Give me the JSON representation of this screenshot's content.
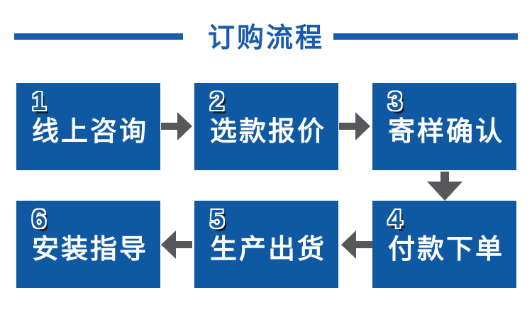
{
  "title": "订购流程",
  "colors": {
    "box_blue": "#0f59a2",
    "title_blue": "#1a5cac",
    "arrow_gray": "#58585a",
    "number_shadow": "#1c1c24",
    "text_white": "#ffffff"
  },
  "steps": [
    {
      "num": "1",
      "label": "线上咨询"
    },
    {
      "num": "2",
      "label": "选款报价"
    },
    {
      "num": "3",
      "label": "寄样确认"
    },
    {
      "num": "4",
      "label": "付款下单"
    },
    {
      "num": "5",
      "label": "生产出货"
    },
    {
      "num": "6",
      "label": "安装指导"
    }
  ],
  "flow": {
    "row1_direction": "left-to-right",
    "row2_direction": "right-to-left",
    "connectors": [
      "1→2 right",
      "2→3 right",
      "3→4 down",
      "4→5 left",
      "5→6 left"
    ]
  }
}
